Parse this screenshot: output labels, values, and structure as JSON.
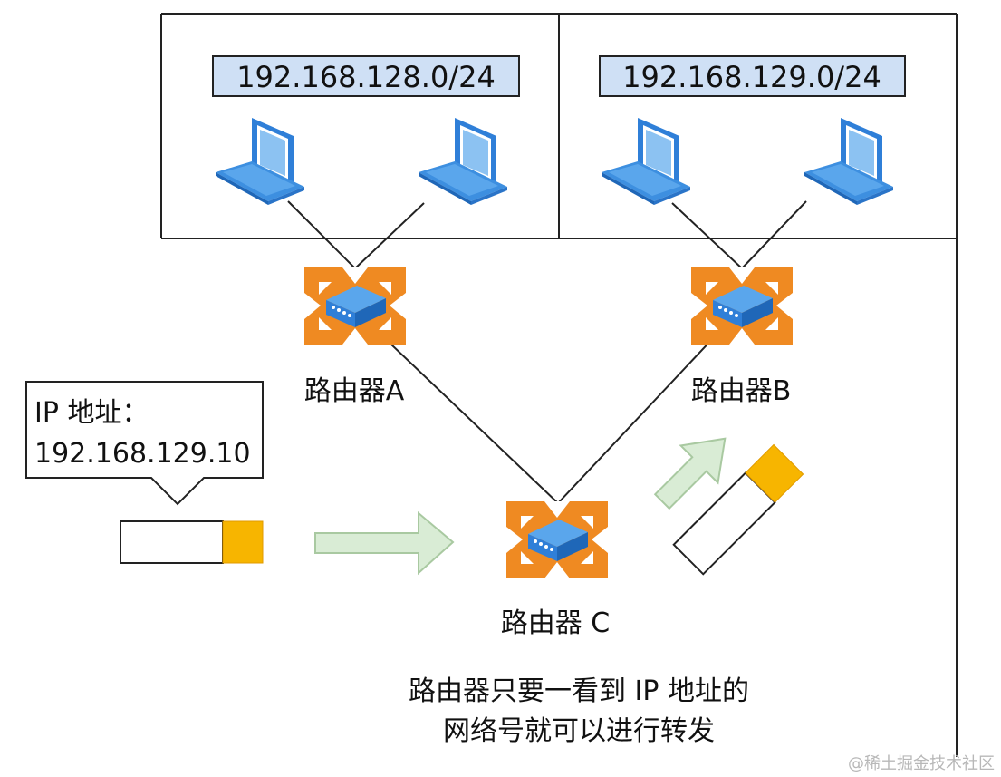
{
  "subnets": {
    "left": {
      "cidr": "192.168.128.0/24"
    },
    "right": {
      "cidr": "192.168.129.0/24"
    }
  },
  "routers": {
    "a": {
      "label": "路由器A"
    },
    "b": {
      "label": "路由器B"
    },
    "c": {
      "label": "路由器 C"
    }
  },
  "packet_callout": {
    "line1": "IP 地址：",
    "line2": "192.168.129.10"
  },
  "caption": {
    "line1": "路由器只要一看到 IP 地址的",
    "line2": "网络号就可以进行转发"
  },
  "watermark": "@稀土掘金技术社区",
  "icons": {
    "host": "laptop-icon",
    "router": "router-icon",
    "arrow": "arrow-icon",
    "packet": "packet-icon"
  },
  "colors": {
    "router_orange": "#ef8a22",
    "router_blue": "#2f7fd8",
    "laptop_blue": "#3d8fe0",
    "subnet_label_fill": "#cfe0f5",
    "arrow_fill": "#d9ecd5",
    "arrow_stroke": "#a9c9a1",
    "packet_header": "#f7b500"
  }
}
